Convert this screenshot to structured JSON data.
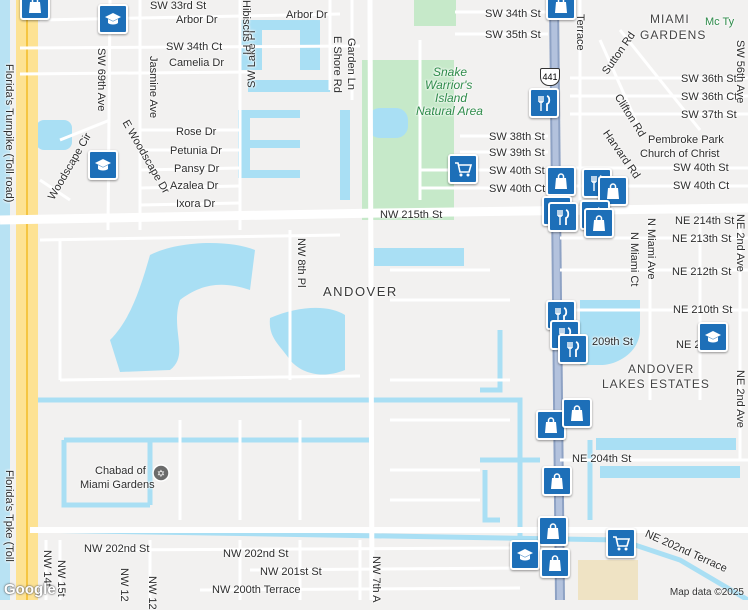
{
  "neighborhoods": {
    "andover": "ANDOVER",
    "andover_lakes_1": "ANDOVER",
    "andover_lakes_2": "LAKES ESTATES",
    "miami_gardens_1": "MIAMI",
    "miami_gardens_2": "GARDENS",
    "mc_partial": "Mc Ty"
  },
  "parks": {
    "snake_1": "Snake",
    "snake_2": "Warrior's",
    "snake_3": "Island",
    "snake_4": "Natural Area"
  },
  "places": {
    "church_1": "Pembroke Park",
    "church_2": "Church of Christ",
    "chabad_1": "Chabad of",
    "chabad_2": "Miami Gardens"
  },
  "highway": {
    "turnpike_1": "Florida's Turnpike (Toll road)",
    "turnpike_2": "Florida's Tpke (Toll",
    "shield_441": "441"
  },
  "streets": {
    "sw33": "SW 33rd St",
    "arbor1": "Arbor Dr",
    "arbor2": "Arbor Dr",
    "sw34a": "SW 34th St",
    "sw35": "SW 35th St",
    "sw34b": "SW 34th Ct",
    "camelia": "Camelia Dr",
    "rose": "Rose Dr",
    "petunia": "Petunia Dr",
    "pansy": "Pansy Dr",
    "azalea": "Azalea Dr",
    "ixora": "Ixora Dr",
    "sw36st": "SW 36th St",
    "sw36ct": "SW 36th Ct",
    "sw37": "SW 37th St",
    "sw38": "SW 38th St",
    "sw39": "SW 39th St",
    "sw40st_a": "SW 40th St",
    "sw40ct_a": "SW 40th Ct",
    "sw40st_b": "SW 40th St",
    "sw40ct_b": "SW 40th Ct",
    "nw215": "NW 215th St",
    "ne214": "NE 214th St",
    "ne213": "NE 213th St",
    "ne212": "NE 212th St",
    "ne210": "NE 210th St",
    "ne209": "209th St",
    "ne2_partial": "NE 2",
    "ne204": "NE 204th St",
    "ne202t": "NE 202nd Terrace",
    "nw202a": "NW 202nd St",
    "nw202b": "NW 202nd St",
    "nw201": "NW 201st St",
    "nw200t": "NW 200th Terrace",
    "sw69": "SW 69th Ave",
    "woodscape_dr": "E Woodscape Dr",
    "woodscape_cir": "Woodscape Cir",
    "jasmine": "Jasmine Ave",
    "lake_pl": "SW Lake Pl",
    "hibiscus": "Hibiscus Pl",
    "eshore": "E Shore Rd",
    "garden": "Garden Ln",
    "nw8pl": "NW 8th Pl",
    "terrace": "Terrace",
    "sutton": "Sutton Rd",
    "clifton": "Clifton Rd",
    "harvard": "Harvard Rd",
    "sw56": "SW 56th Ave",
    "nmiami": "N Miami Ave",
    "nmiamict": "N Miami Ct",
    "ne2ave_a": "NE 2nd Ave",
    "ne2ave_b": "NE 2nd Ave",
    "nw14": "NW 14t",
    "nw15": "NW 15t",
    "nw12": "NW 12",
    "nw12b": "NW 12",
    "nw7": "NW 7th A"
  },
  "footer": {
    "logo": "Google",
    "credit": "Map data ©2025"
  },
  "colors": {
    "water": "#a9dff4",
    "park": "#c6e9c9",
    "road": "#ffffff",
    "route441": "#8ea2c4",
    "poi": "#1d6fb8"
  },
  "pois": [
    {
      "kind": "shopping-bag",
      "name": "poi-shop-1"
    },
    {
      "kind": "school",
      "name": "poi-school-1"
    },
    {
      "kind": "shopping-bag",
      "name": "poi-shop-2"
    },
    {
      "kind": "school",
      "name": "poi-school-2"
    },
    {
      "kind": "restaurant",
      "name": "poi-restaurant-1"
    },
    {
      "kind": "grocery-cart",
      "name": "poi-grocery-1"
    },
    {
      "kind": "shopping-bag",
      "name": "poi-shop-3"
    },
    {
      "kind": "restaurant",
      "name": "poi-restaurant-2"
    },
    {
      "kind": "shopping-bag",
      "name": "poi-shop-4"
    },
    {
      "kind": "shopping-bag",
      "name": "poi-shop-5"
    },
    {
      "kind": "restaurant",
      "name": "poi-restaurant-3"
    },
    {
      "kind": "restaurant",
      "name": "poi-restaurant-4"
    },
    {
      "kind": "shopping-bag",
      "name": "poi-shop-6"
    },
    {
      "kind": "restaurant",
      "name": "poi-restaurant-5"
    },
    {
      "kind": "restaurant",
      "name": "poi-restaurant-6"
    },
    {
      "kind": "restaurant",
      "name": "poi-restaurant-7"
    },
    {
      "kind": "school",
      "name": "poi-school-3"
    },
    {
      "kind": "shopping-bag",
      "name": "poi-shop-7"
    },
    {
      "kind": "shopping-bag",
      "name": "poi-shop-8"
    },
    {
      "kind": "shopping-bag",
      "name": "poi-shop-9"
    },
    {
      "kind": "shopping-bag",
      "name": "poi-shop-10"
    },
    {
      "kind": "grocery-cart",
      "name": "poi-grocery-2"
    },
    {
      "kind": "school",
      "name": "poi-school-4"
    },
    {
      "kind": "shopping-bag",
      "name": "poi-shop-11"
    }
  ]
}
